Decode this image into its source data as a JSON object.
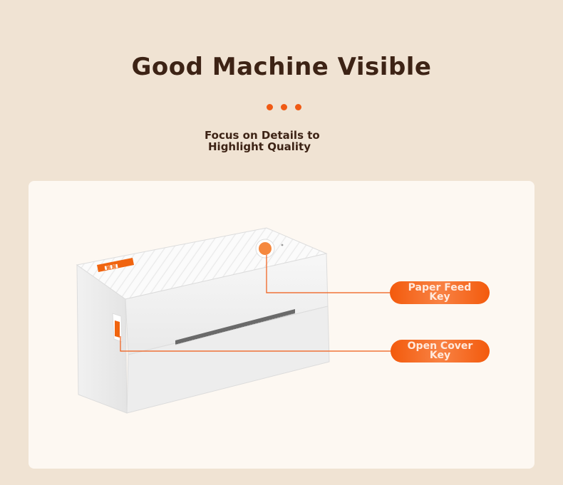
{
  "header": {
    "title": "Good Machine Visible",
    "subtitle_line1": "Focus on Details to",
    "subtitle_line2": "Highlight Quality"
  },
  "callouts": {
    "paper_feed": "Paper Feed\nKey",
    "open_cover": "Open Cover\nKey"
  },
  "colors": {
    "background": "#f0e3d3",
    "card": "#fdf8f2",
    "accent": "#f05a14",
    "title": "#3d2315"
  },
  "icons": [
    "paper-feed-button-icon",
    "open-cover-button-icon",
    "printer-logo-icon"
  ]
}
